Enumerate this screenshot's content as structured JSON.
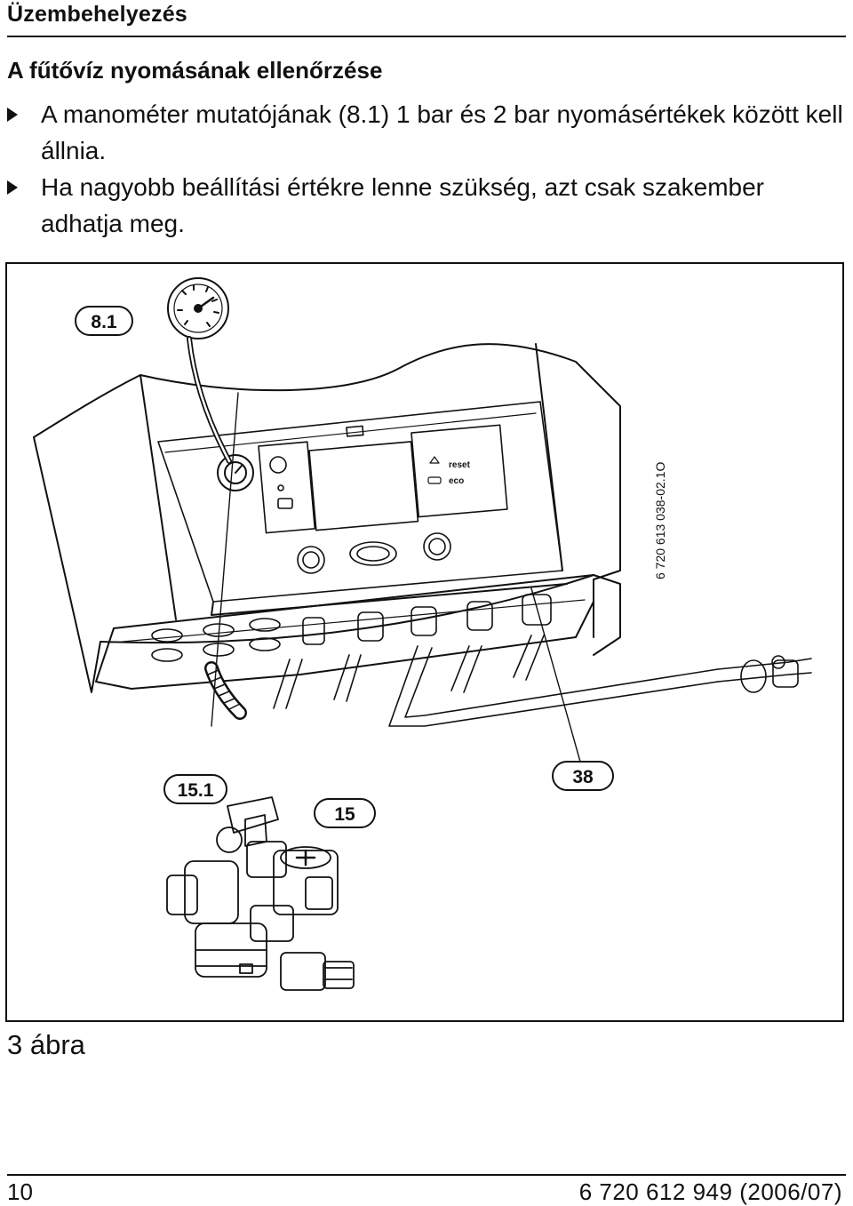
{
  "header": {
    "section_title": "Üzembehelyezés"
  },
  "content": {
    "subheading": "A fűtővíz nyomásának ellenőrzése",
    "bullets": [
      {
        "text": "A manométer mutatójának (8.1) 1 bar és 2 bar nyomásértékek között kell állnia."
      },
      {
        "text": "Ha nagyobb beállítási értékre lenne szükség, azt csak szakember adhatja meg."
      }
    ]
  },
  "figure": {
    "callouts": {
      "manometer": "8.1",
      "valve_a": "15.1",
      "valve_b": "15",
      "valve_c": "38"
    },
    "panel_labels": {
      "reset": "reset",
      "eco": "eco"
    },
    "drawing_code": "6 720 613 038-02.1O",
    "caption": "3 ábra"
  },
  "footer": {
    "page_number": "10",
    "doc_code": "6 720 612 949  (2006/07)"
  }
}
